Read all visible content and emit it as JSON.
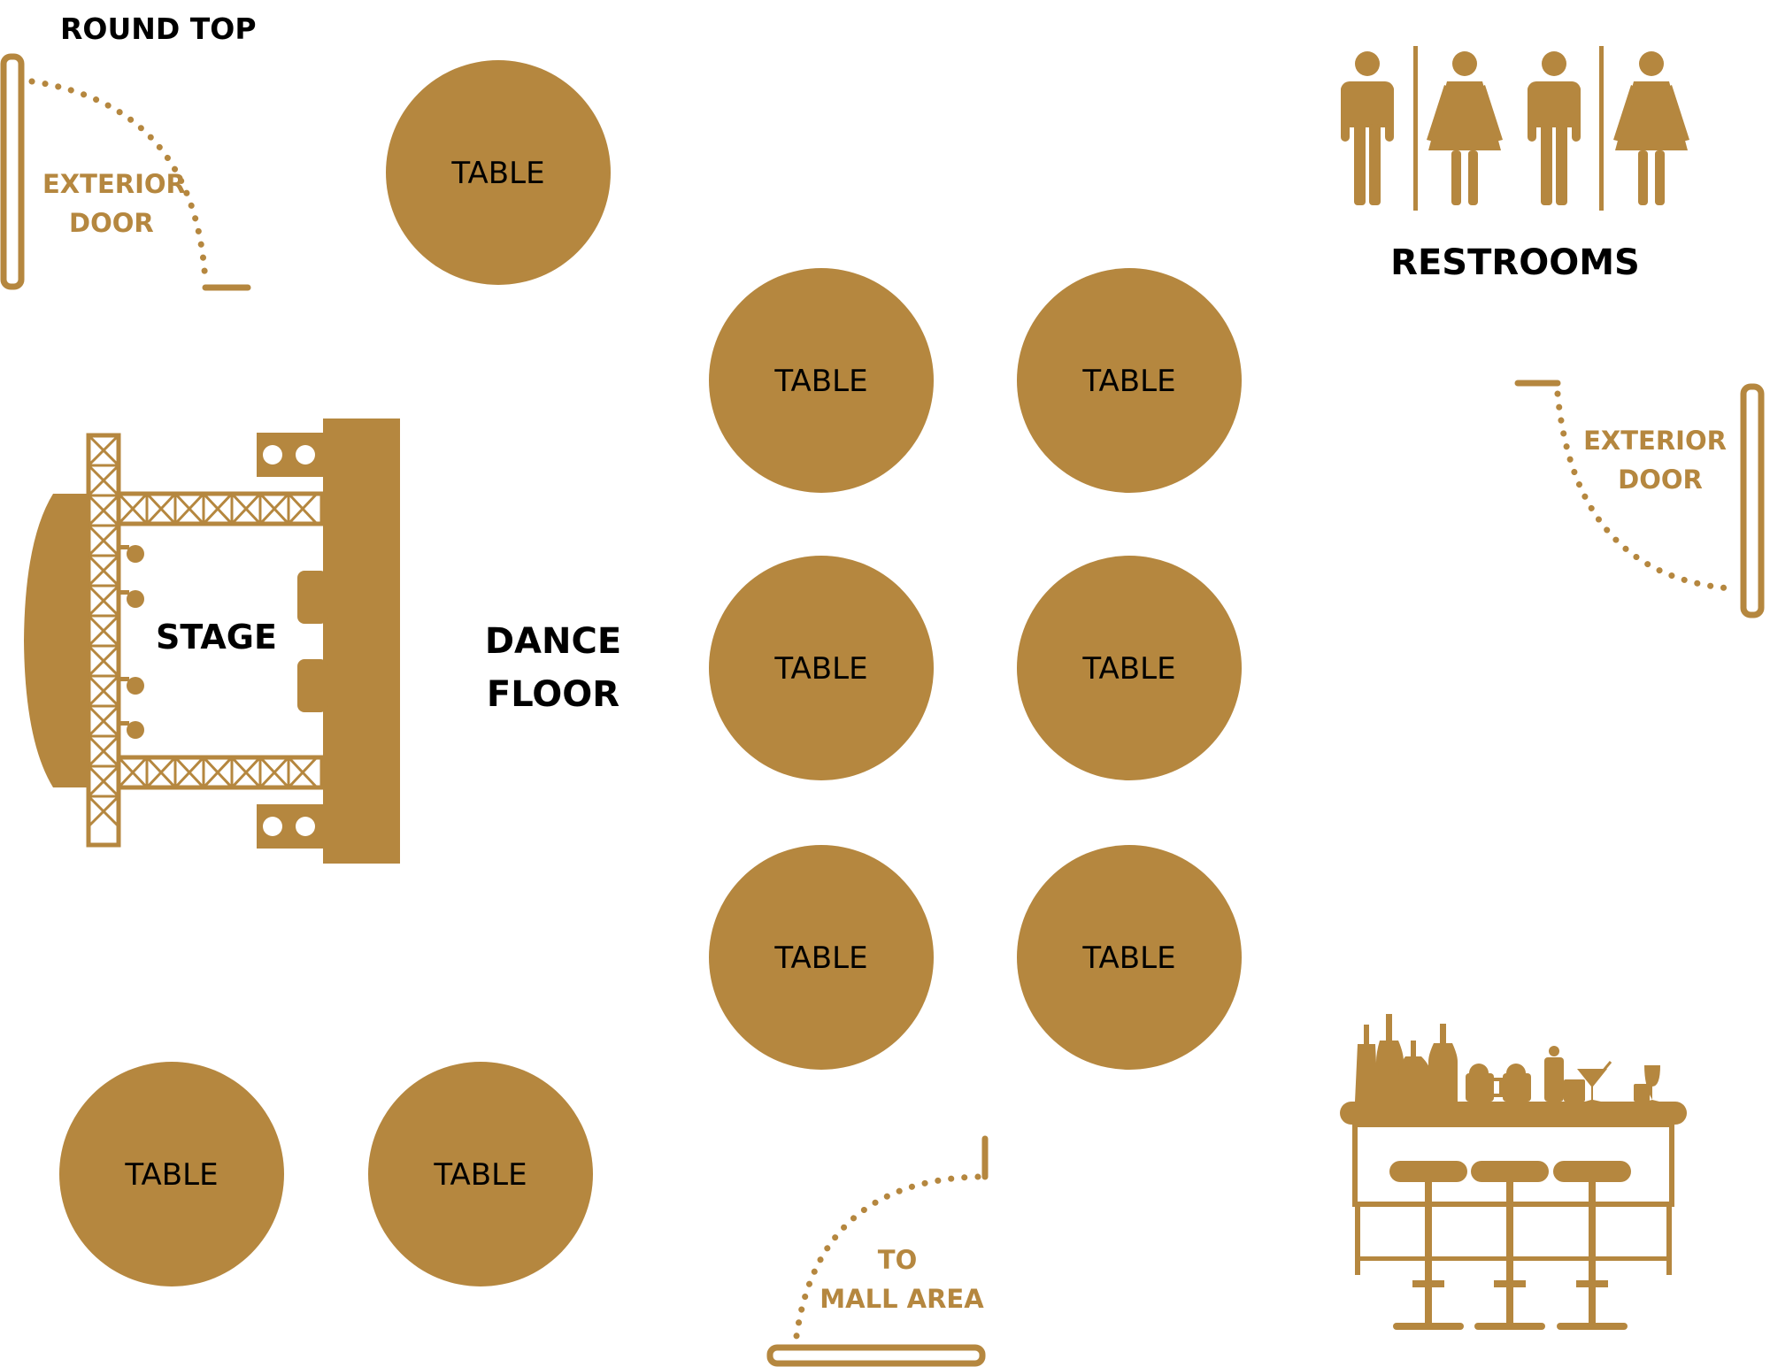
{
  "colors": {
    "gold": "#b5873f",
    "text": "#000000",
    "background": "#ffffff"
  },
  "labels": {
    "round_top": "ROUND TOP",
    "restrooms": "RESTROOMS",
    "stage": "STAGE",
    "dance_floor_line1": "DANCE",
    "dance_floor_line2": "FLOOR",
    "exterior_door_line1": "EXTERIOR",
    "exterior_door_line2": "DOOR",
    "to_mall_line1": "TO",
    "to_mall_line2": "MALL AREA"
  },
  "tables": [
    {
      "label": "TABLE"
    },
    {
      "label": "TABLE"
    },
    {
      "label": "TABLE"
    },
    {
      "label": "TABLE"
    },
    {
      "label": "TABLE"
    },
    {
      "label": "TABLE"
    },
    {
      "label": "TABLE"
    },
    {
      "label": "TABLE"
    },
    {
      "label": "TABLE"
    }
  ],
  "icons": {
    "restroom": "restroom-icon",
    "bar": "bar-counter-icon",
    "stage": "stage-truss-icon",
    "door": "door-swing-icon"
  }
}
